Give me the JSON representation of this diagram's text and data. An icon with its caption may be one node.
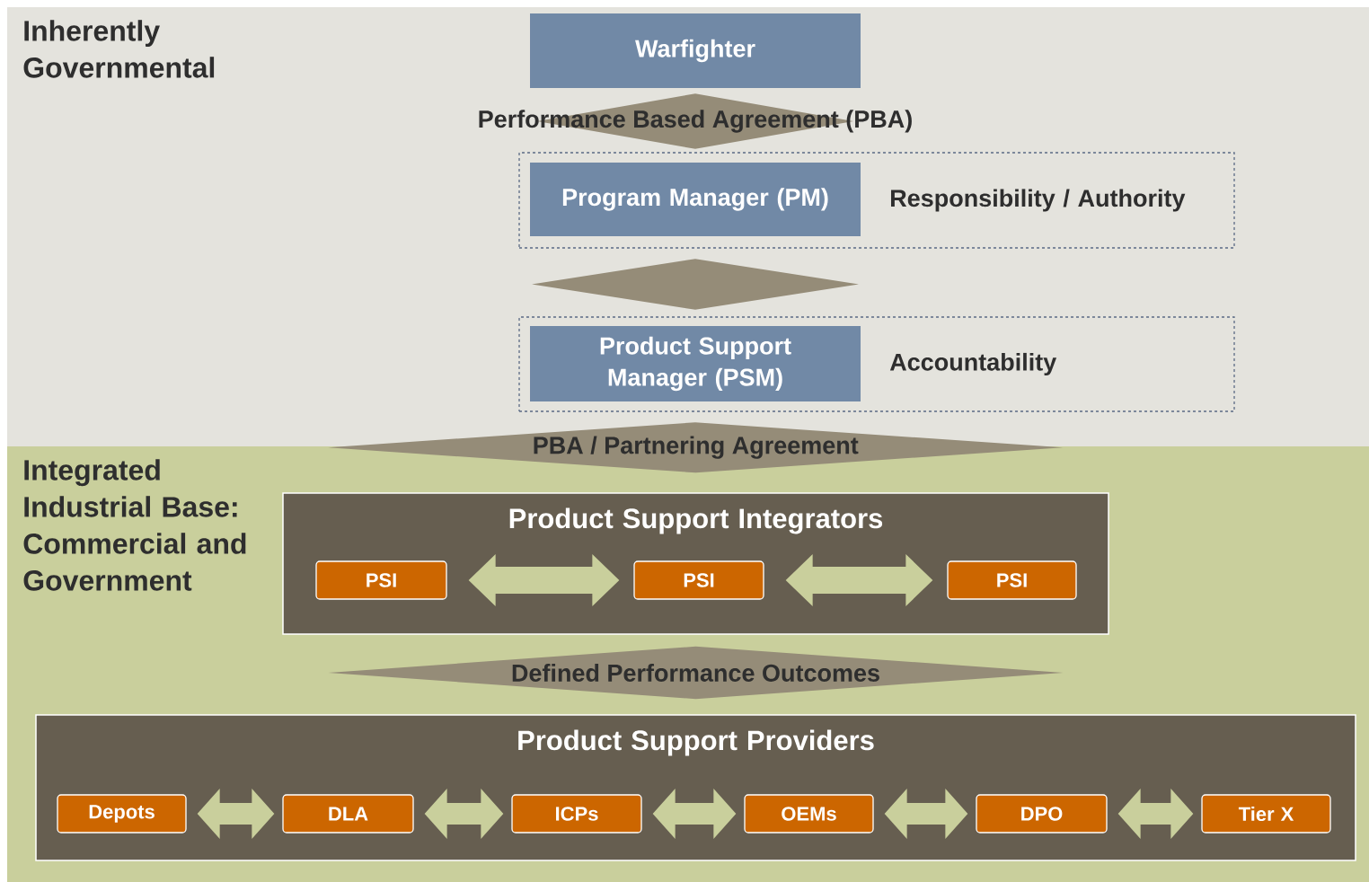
{
  "diagram": {
    "nodes": [
      {
        "text": [
          "Inherently Governmental"
        ]
      },
      {
        "text": [
          "Warfighter"
        ],
        "in": 0
      },
      {
        "text": [
          "Responsibility / Authority"
        ],
        "in": 0
      },
      {
        "text": [
          "Program Manager (PM)"
        ],
        "in": 2
      },
      {
        "text": [
          "Accountability"
        ],
        "in": 0
      },
      {
        "text": [
          "Product Support Manager (PSM)"
        ],
        "in": 4
      },
      {
        "text": [
          "Integrated Industrial Base: Commercial and Government"
        ]
      },
      {
        "text": [
          "Product Support Integrators"
        ],
        "in": 6
      },
      {
        "text": [
          "PSI"
        ],
        "in": 7
      },
      {
        "text": [
          "PSI"
        ],
        "in": 7
      },
      {
        "text": [
          "PSI"
        ],
        "in": 7
      },
      {
        "text": [
          "Product Support Providers"
        ],
        "in": 6
      },
      {
        "text": [
          "Depots"
        ],
        "in": 11
      },
      {
        "text": [
          "DLA"
        ],
        "in": 11
      },
      {
        "text": [
          "ICPs"
        ],
        "in": 11
      },
      {
        "text": [
          "OEMs"
        ],
        "in": 11
      },
      {
        "text": [
          "DPO"
        ],
        "in": 11
      },
      {
        "text": [
          "Tier X"
        ],
        "in": 11
      }
    ],
    "edges": [
      {
        "from": 1,
        "to": 3,
        "arrow": "both",
        "label": "Performance Based Agreement (PBA)"
      },
      {
        "from": 3,
        "to": 5,
        "arrow": "both"
      },
      {
        "from": 5,
        "to": 7,
        "arrow": "both",
        "label": "PBA / Partnering Agreement"
      },
      {
        "from": 7,
        "to": 11,
        "arrow": "both",
        "label": "Defined Performance Outcomes"
      },
      {
        "from": 8,
        "to": 9,
        "arrow": "both"
      },
      {
        "from": 9,
        "to": 10,
        "arrow": "both"
      },
      {
        "from": 12,
        "to": 13,
        "arrow": "both"
      },
      {
        "from": 13,
        "to": 14,
        "arrow": "both"
      },
      {
        "from": 14,
        "to": 15,
        "arrow": "both"
      },
      {
        "from": 15,
        "to": 16,
        "arrow": "both"
      },
      {
        "from": 16,
        "to": 17,
        "arrow": "both"
      }
    ]
  }
}
